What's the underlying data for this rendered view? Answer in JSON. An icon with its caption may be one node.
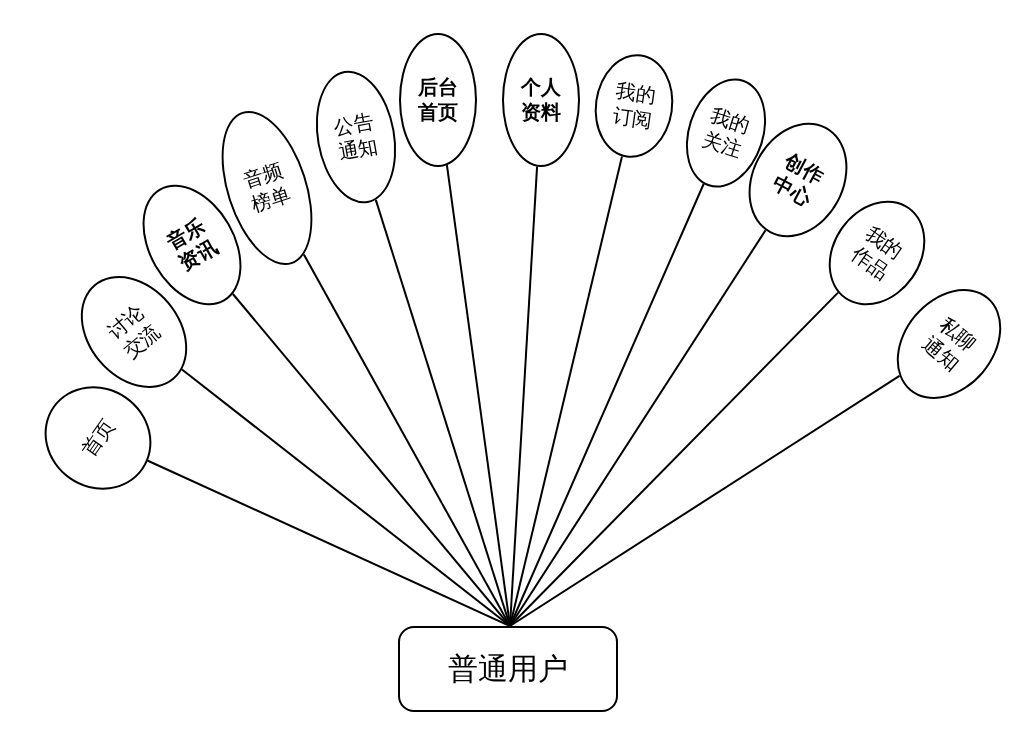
{
  "diagram": {
    "nodes": [
      {
        "text": [
          "普通用户"
        ]
      },
      {
        "text": [
          "首页"
        ]
      },
      {
        "text": [
          "讨论交流"
        ]
      },
      {
        "text": [
          "音乐资讯"
        ]
      },
      {
        "text": [
          "音频榜单"
        ]
      },
      {
        "text": [
          "公告通知"
        ]
      },
      {
        "text": [
          "后台首页"
        ]
      },
      {
        "text": [
          "个人资料"
        ]
      },
      {
        "text": [
          "我的订阅"
        ]
      },
      {
        "text": [
          "我的关注"
        ]
      },
      {
        "text": [
          "创作中心"
        ]
      },
      {
        "text": [
          "我的作品"
        ]
      },
      {
        "text": [
          "私聊通知"
        ]
      }
    ],
    "edges": [
      {
        "from": 0,
        "to": 1,
        "arrow": "none"
      },
      {
        "from": 0,
        "to": 2,
        "arrow": "none"
      },
      {
        "from": 0,
        "to": 3,
        "arrow": "none"
      },
      {
        "from": 0,
        "to": 4,
        "arrow": "none"
      },
      {
        "from": 0,
        "to": 5,
        "arrow": "none"
      },
      {
        "from": 0,
        "to": 6,
        "arrow": "none"
      },
      {
        "from": 0,
        "to": 7,
        "arrow": "none"
      },
      {
        "from": 0,
        "to": 8,
        "arrow": "none"
      },
      {
        "from": 0,
        "to": 9,
        "arrow": "none"
      },
      {
        "from": 0,
        "to": 10,
        "arrow": "none"
      },
      {
        "from": 0,
        "to": 11,
        "arrow": "none"
      },
      {
        "from": 0,
        "to": 12,
        "arrow": "none"
      }
    ]
  }
}
